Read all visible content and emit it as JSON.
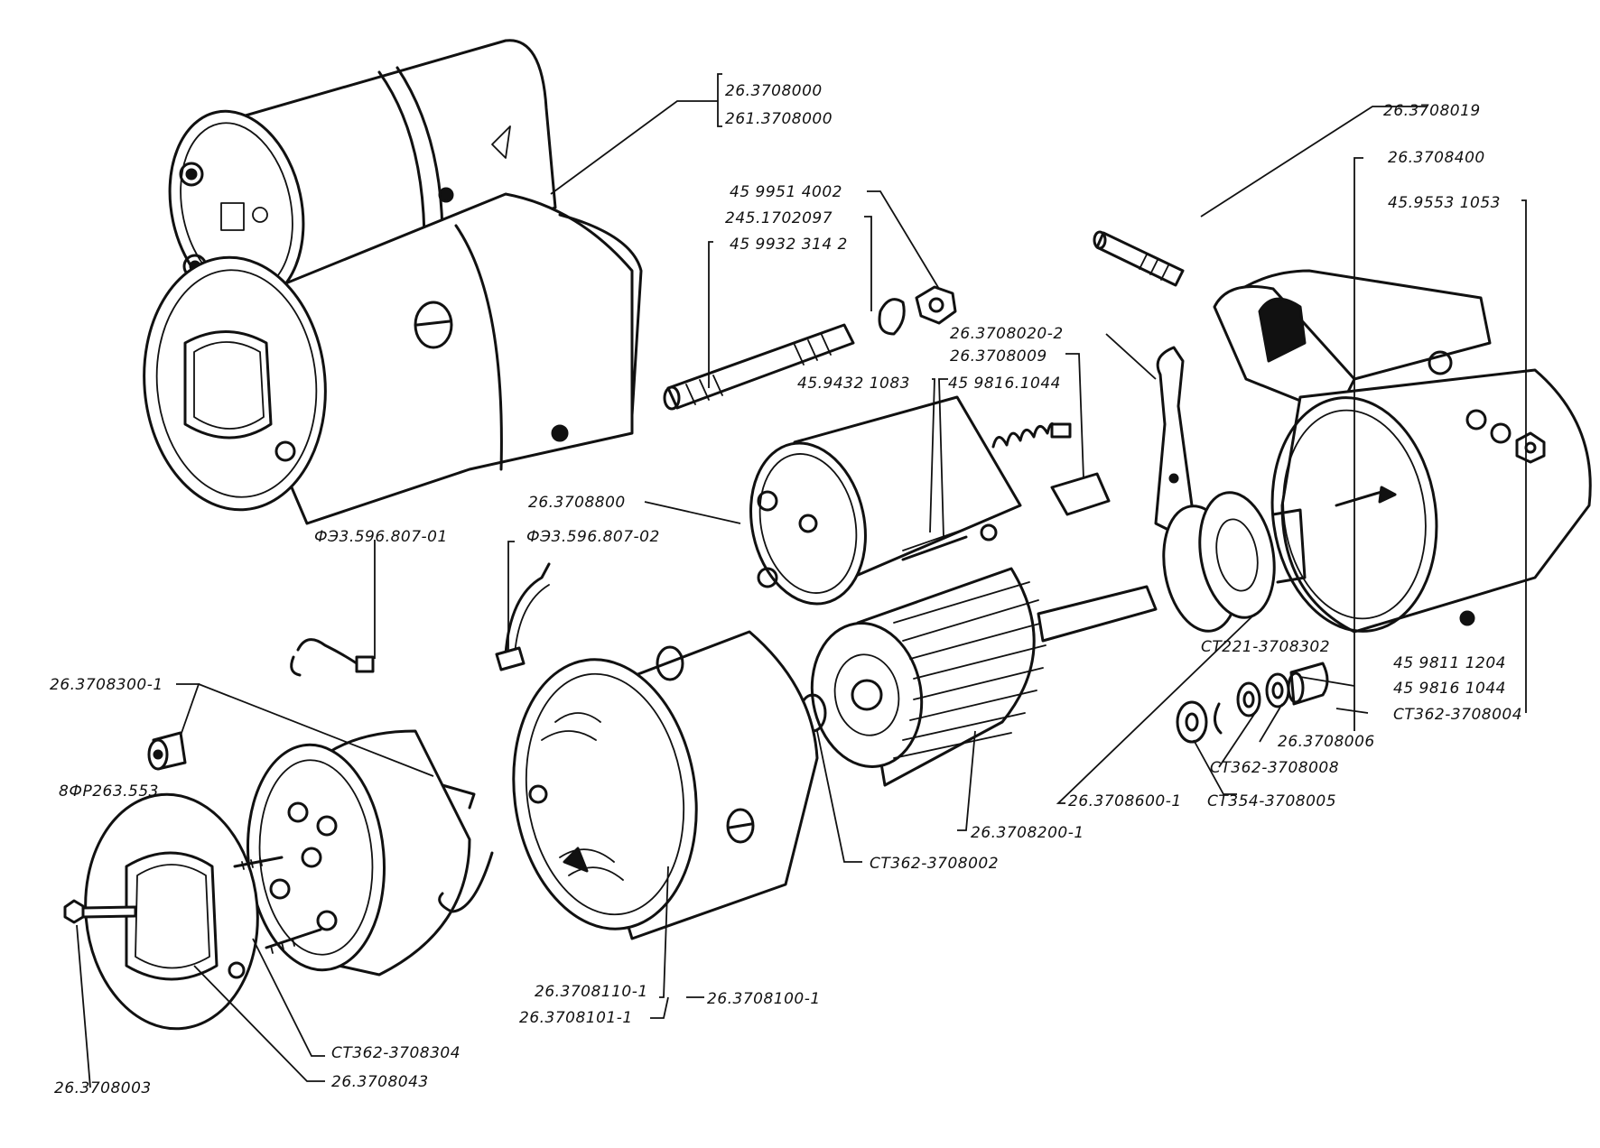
{
  "diagram": {
    "title": "Starter exploded view",
    "background_color": "#ffffff",
    "ink_color": "#111111",
    "parts": {
      "starter_assembly": [
        "26.3708000",
        "261.3708000"
      ],
      "through_stud": "45 9932 314 2",
      "nut_top": "45 9951 4002",
      "washer_top": "245.1702097",
      "pin_26_3708019": "26.3708019",
      "drive_housing": "26.3708400",
      "nut_drive_housing": "45.9553 1053",
      "lever": "26.3708020-2",
      "solenoid_spring": "26.3708009",
      "solenoid_screw": "45.9432 1083",
      "solenoid_washer": "45 9816.1044",
      "solenoid_relay": "26.3708800",
      "brush_lead_01": "ФЭ3.596.807-01",
      "brush_lead_02": "ФЭ3.596.807-02",
      "commutator_cover": "26.3708300-1",
      "bushing_cover": "8ФР263.553",
      "bolt_end": "26.3708003",
      "cap_end": "26.3708043",
      "brush_spring": "CT362-3708304",
      "field_coil": "26.3708110-1",
      "pole_screw": "26.3708101-1",
      "housing_with_field": "26.3708100-1",
      "armature": "26.3708200-1",
      "armature_washer": "CT362-3708002",
      "drive_clutch": "26.3708600-1",
      "bushing_drive": "CT221-3708302",
      "washer_45_9811": "45 9811 1204",
      "washer_45_9816": "45 9816 1044",
      "washer_3708004": "CT362-3708004",
      "ring_3708006": "26.3708006",
      "ring_3708008": "CT362-3708008",
      "washer_3708005": "CT354-3708005"
    }
  }
}
